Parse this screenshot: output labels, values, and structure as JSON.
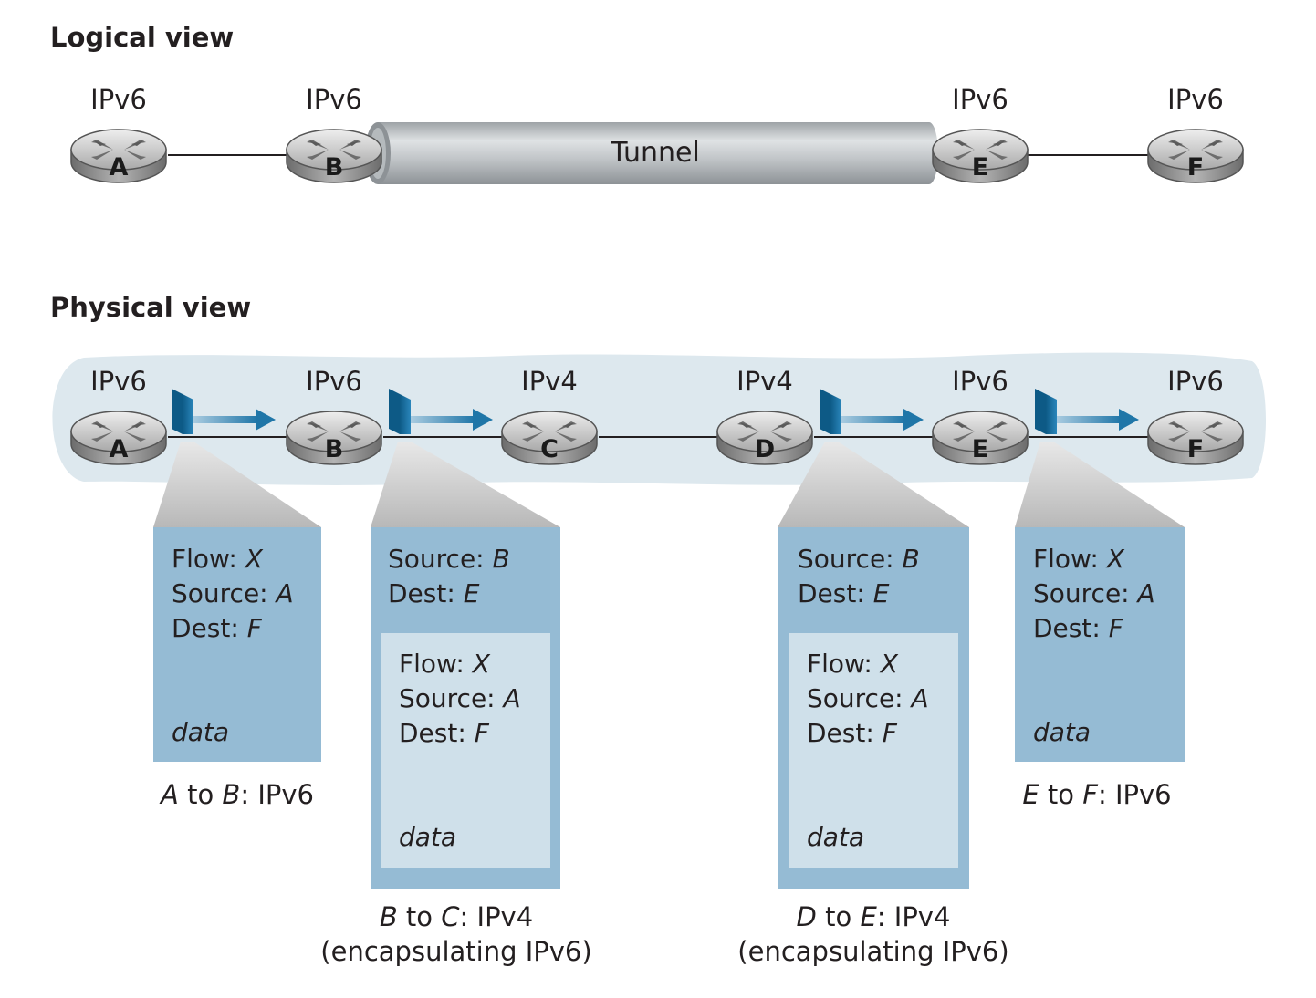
{
  "logical_view": {
    "title": "Logical view",
    "tunnel_label": "Tunnel",
    "routers": [
      {
        "letter": "A",
        "protocol": "IPv6"
      },
      {
        "letter": "B",
        "protocol": "IPv6"
      },
      {
        "letter": "E",
        "protocol": "IPv6"
      },
      {
        "letter": "F",
        "protocol": "IPv6"
      }
    ]
  },
  "physical_view": {
    "title": "Physical view",
    "routers": [
      {
        "letter": "A",
        "protocol": "IPv6"
      },
      {
        "letter": "B",
        "protocol": "IPv6"
      },
      {
        "letter": "C",
        "protocol": "IPv4"
      },
      {
        "letter": "D",
        "protocol": "IPv4"
      },
      {
        "letter": "E",
        "protocol": "IPv6"
      },
      {
        "letter": "F",
        "protocol": "IPv6"
      }
    ]
  },
  "packets": {
    "a_to_b": {
      "flow_label": "Flow: ",
      "flow_value": "X",
      "source_label": "Source: ",
      "source_value": "A",
      "dest_label": "Dest: ",
      "dest_value": "F",
      "data": "data",
      "caption": {
        "from": "A",
        "middle": " to ",
        "to": "B",
        "suffix": ": IPv6"
      }
    },
    "b_to_c": {
      "outer_source_label": "Source: ",
      "outer_source_value": "B",
      "outer_dest_label": "Dest: ",
      "outer_dest_value": "E",
      "flow_label": "Flow: ",
      "flow_value": "X",
      "source_label": "Source: ",
      "source_value": "A",
      "dest_label": "Dest: ",
      "dest_value": "F",
      "data": "data",
      "caption": {
        "from": "B",
        "middle": " to ",
        "to": "C",
        "suffix": ": IPv4",
        "line2": "(encapsulating IPv6)"
      }
    },
    "d_to_e": {
      "outer_source_label": "Source: ",
      "outer_source_value": "B",
      "outer_dest_label": "Dest: ",
      "outer_dest_value": "E",
      "flow_label": "Flow: ",
      "flow_value": "X",
      "source_label": "Source: ",
      "source_value": "A",
      "dest_label": "Dest: ",
      "dest_value": "F",
      "data": "data",
      "caption": {
        "from": "D",
        "middle": " to ",
        "to": "E",
        "suffix": ": IPv4",
        "line2": "(encapsulating IPv6)"
      }
    },
    "e_to_f": {
      "flow_label": "Flow: ",
      "flow_value": "X",
      "source_label": "Source: ",
      "source_value": "A",
      "dest_label": "Dest: ",
      "dest_value": "F",
      "data": "data",
      "caption": {
        "from": "E",
        "middle": " to ",
        "to": "F",
        "suffix": ": IPv6"
      }
    }
  },
  "colors": {
    "packet_outer": "#95bbd4",
    "packet_inner": "#cfe0ea",
    "network_cloud": "#dde8ee",
    "arrow": "#1f76a8",
    "router_body": "#9a9a9a"
  },
  "icons": {
    "router": "router-icon",
    "packet_flag": "packet-flag-icon",
    "arrow": "right-arrow-icon"
  }
}
